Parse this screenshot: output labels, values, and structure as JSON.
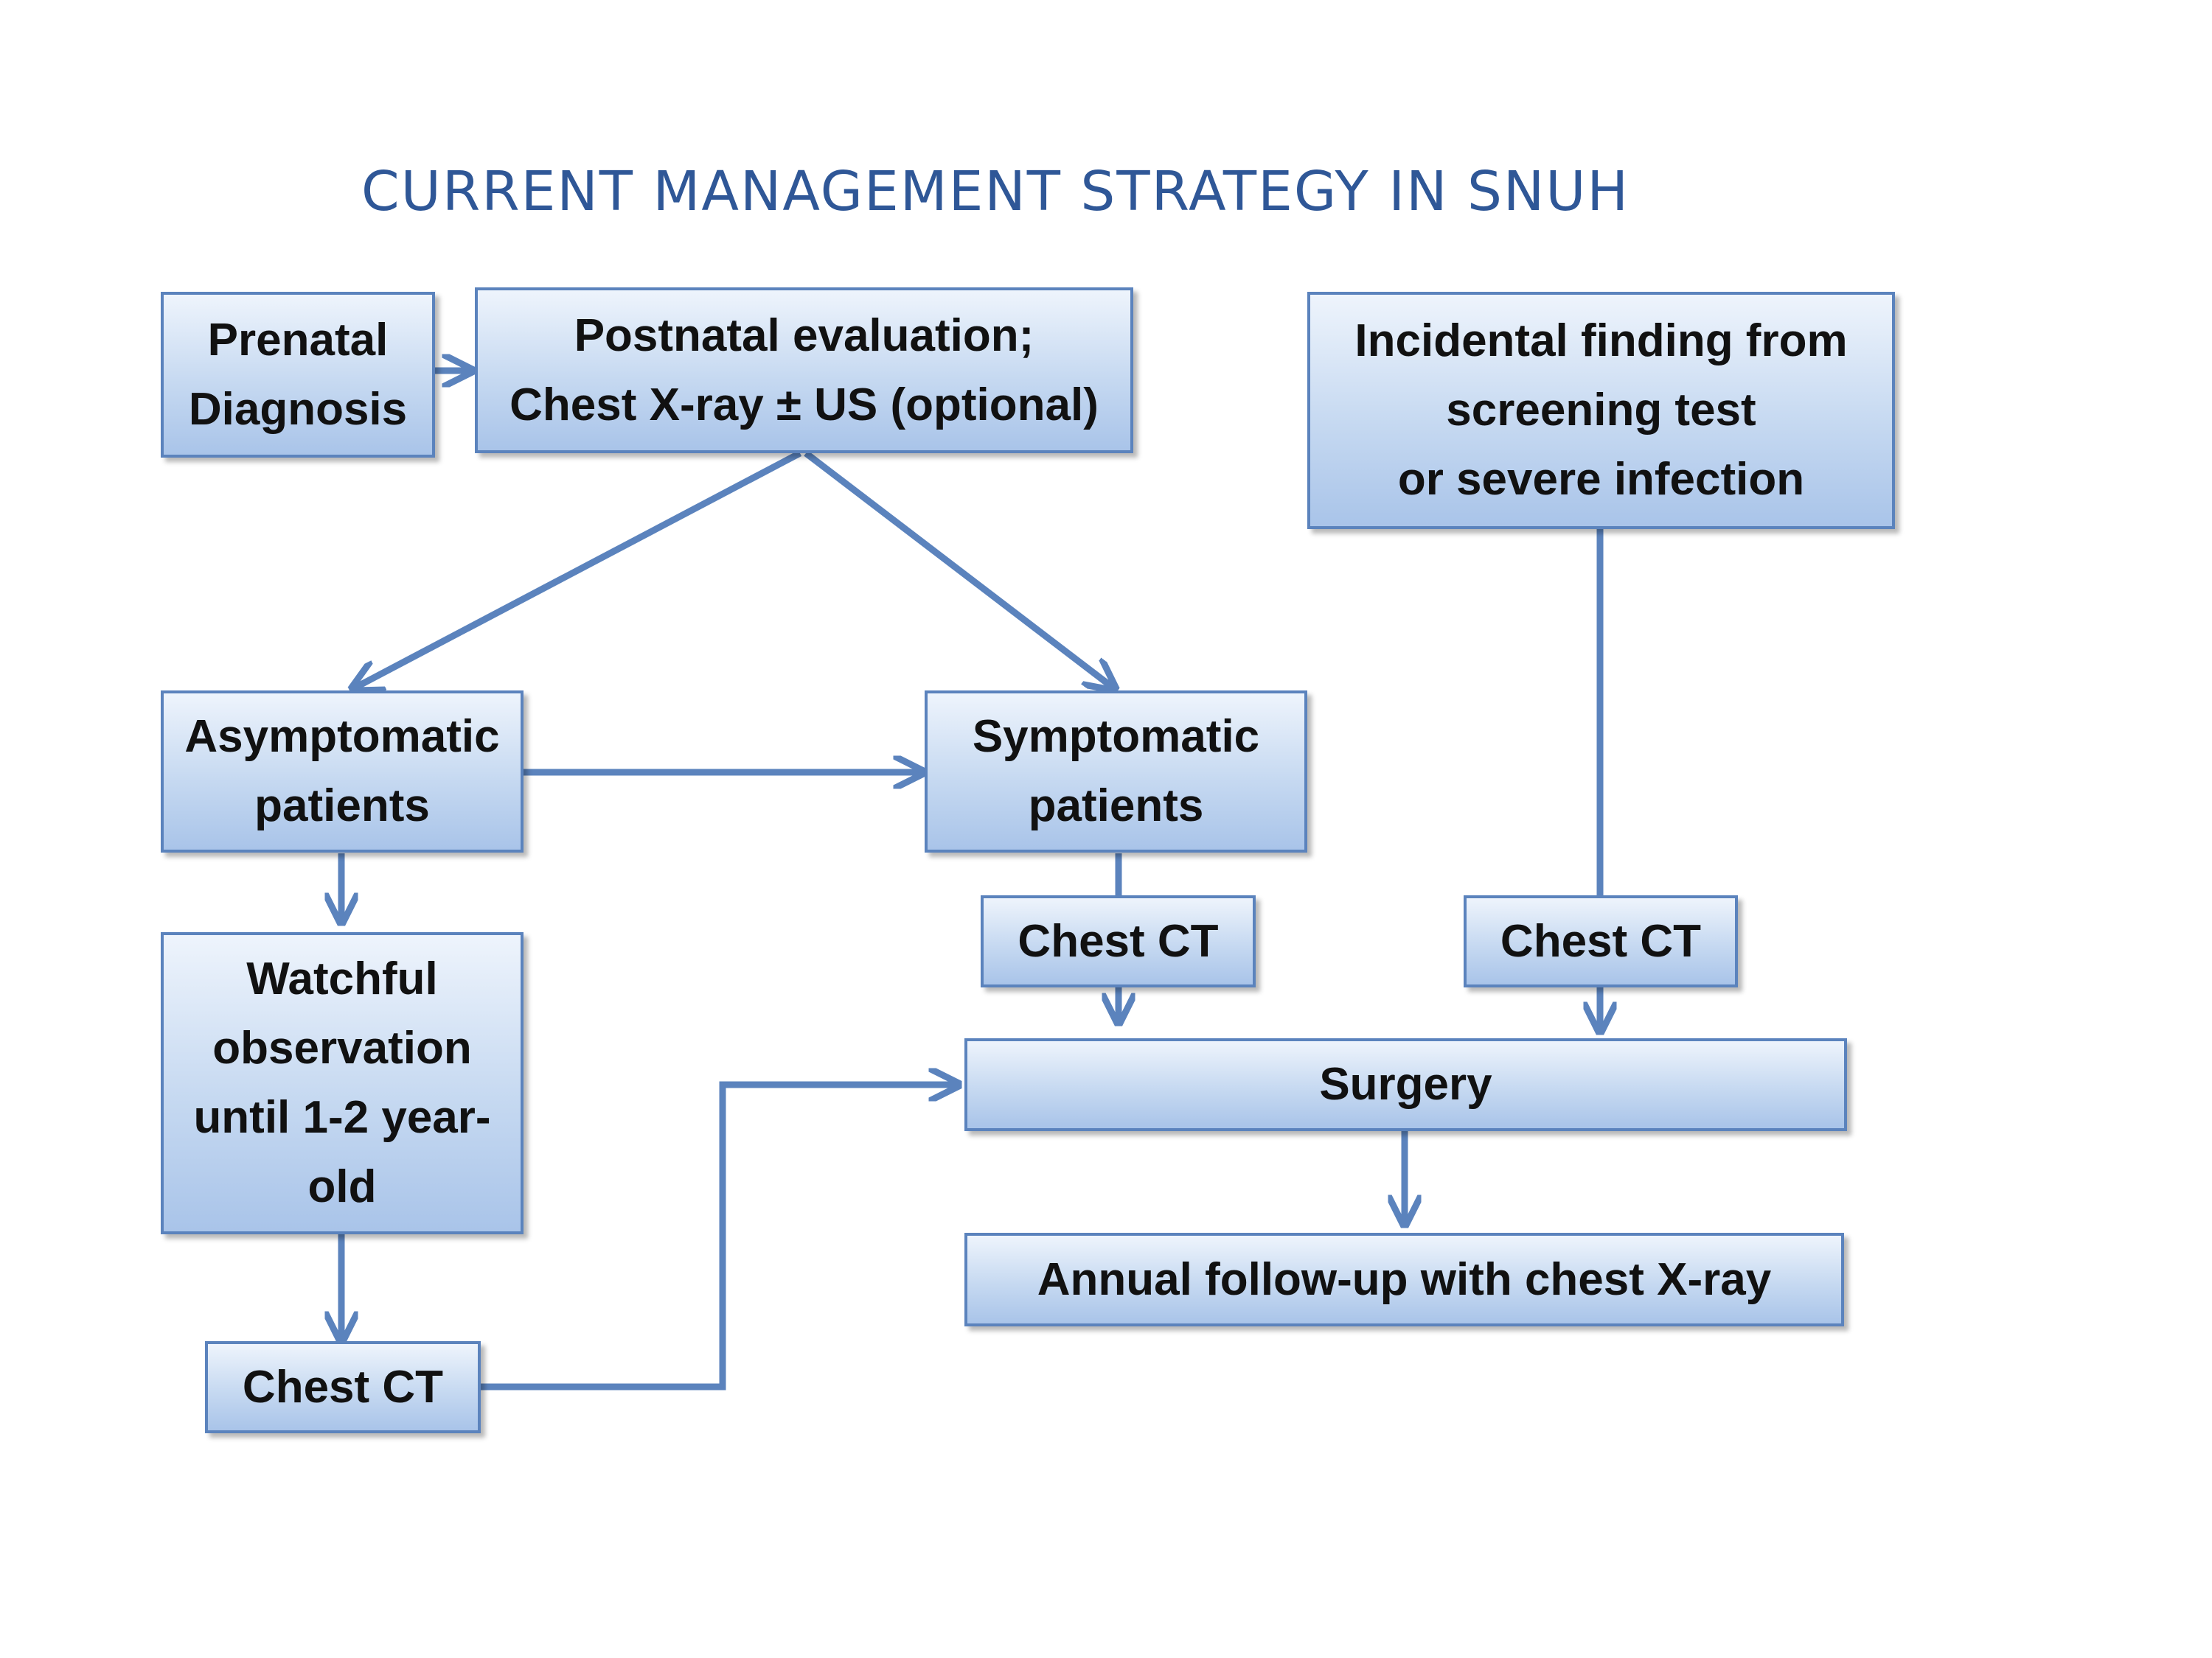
{
  "title": "CURRENT  MANAGEMENT  STRATEGY  IN SNUH",
  "nodes": {
    "prenatal": "Prenatal\nDiagnosis",
    "postnatal": "Postnatal evaluation;\nChest X-ray ±  US (optional)",
    "incidental": "Incidental finding from\nscreening test\nor severe infection",
    "asymptomatic": "Asymptomatic\npatients",
    "symptomatic": "Symptomatic\npatients",
    "watchful": "Watchful\nobservation\nuntil 1-2 year-\nold",
    "chest_ct_left": "Chest CT",
    "chest_ct_mid": "Chest CT",
    "chest_ct_right": "Chest CT",
    "surgery": "Surgery",
    "followup": "Annual follow-up with chest X-ray"
  },
  "colors": {
    "title": "#2f5797",
    "box_border": "#5b83bd",
    "box_fill_top": "#eef4fc",
    "box_fill_bottom": "#a9c4e9",
    "arrow": "#5b83bd"
  }
}
